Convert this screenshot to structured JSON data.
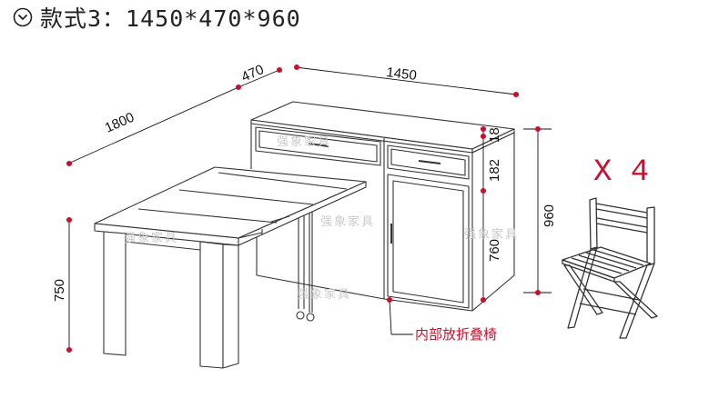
{
  "header": {
    "title": "款式3：1450*470*960",
    "icon": "chevron-down-circle-icon"
  },
  "dimensions": {
    "total_length": "1800",
    "depth": "470",
    "cabinet_width": "1450",
    "top_edge": "18",
    "drawer_height": "182",
    "door_height": "760",
    "total_height": "960",
    "table_height": "750"
  },
  "labels": {
    "chair_count": "X 4",
    "folding_chair_note": "内部放折叠椅",
    "watermark": "强象家具"
  },
  "colors": {
    "dimension_accent": "#c8102e",
    "line": "#333333",
    "text": "#111111"
  }
}
